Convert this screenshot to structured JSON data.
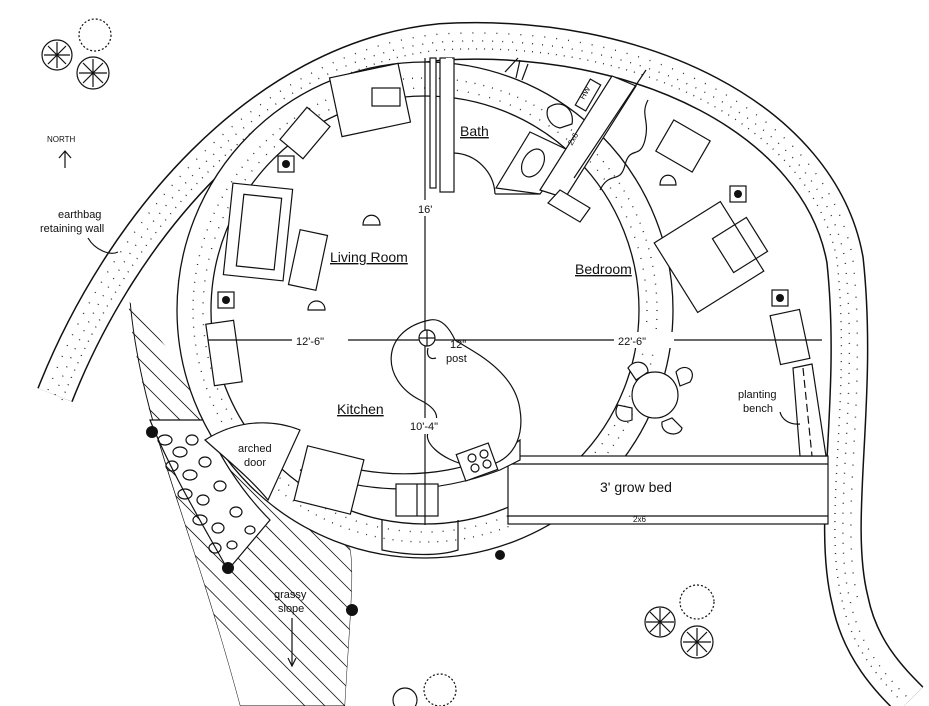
{
  "north": {
    "label": "NORTH"
  },
  "labels": {
    "retaining_wall_1": "earthbag",
    "retaining_wall_2": "retaining wall",
    "living_room": "Living Room",
    "bath": "Bath",
    "bedroom": "Bedroom",
    "kitchen": "Kitchen",
    "arched_door_1": "arched",
    "arched_door_2": "door",
    "post_1": "12\"",
    "post_2": "post",
    "planting_bench_1": "planting",
    "planting_bench_2": "bench",
    "grow_bed": "3' grow bed",
    "grow_bed_lumber": "2x6",
    "wall_lumber": "2x6",
    "hot_water": "HW",
    "grassy_slope_1": "grassy",
    "grassy_slope_2": "slope"
  },
  "dimensions": {
    "north_radius": "16'",
    "west_radius": "12'-6\"",
    "east_radius": "22'-6\"",
    "south_radius": "10'-4\""
  },
  "colors": {
    "line": "#111111",
    "background": "#ffffff"
  }
}
